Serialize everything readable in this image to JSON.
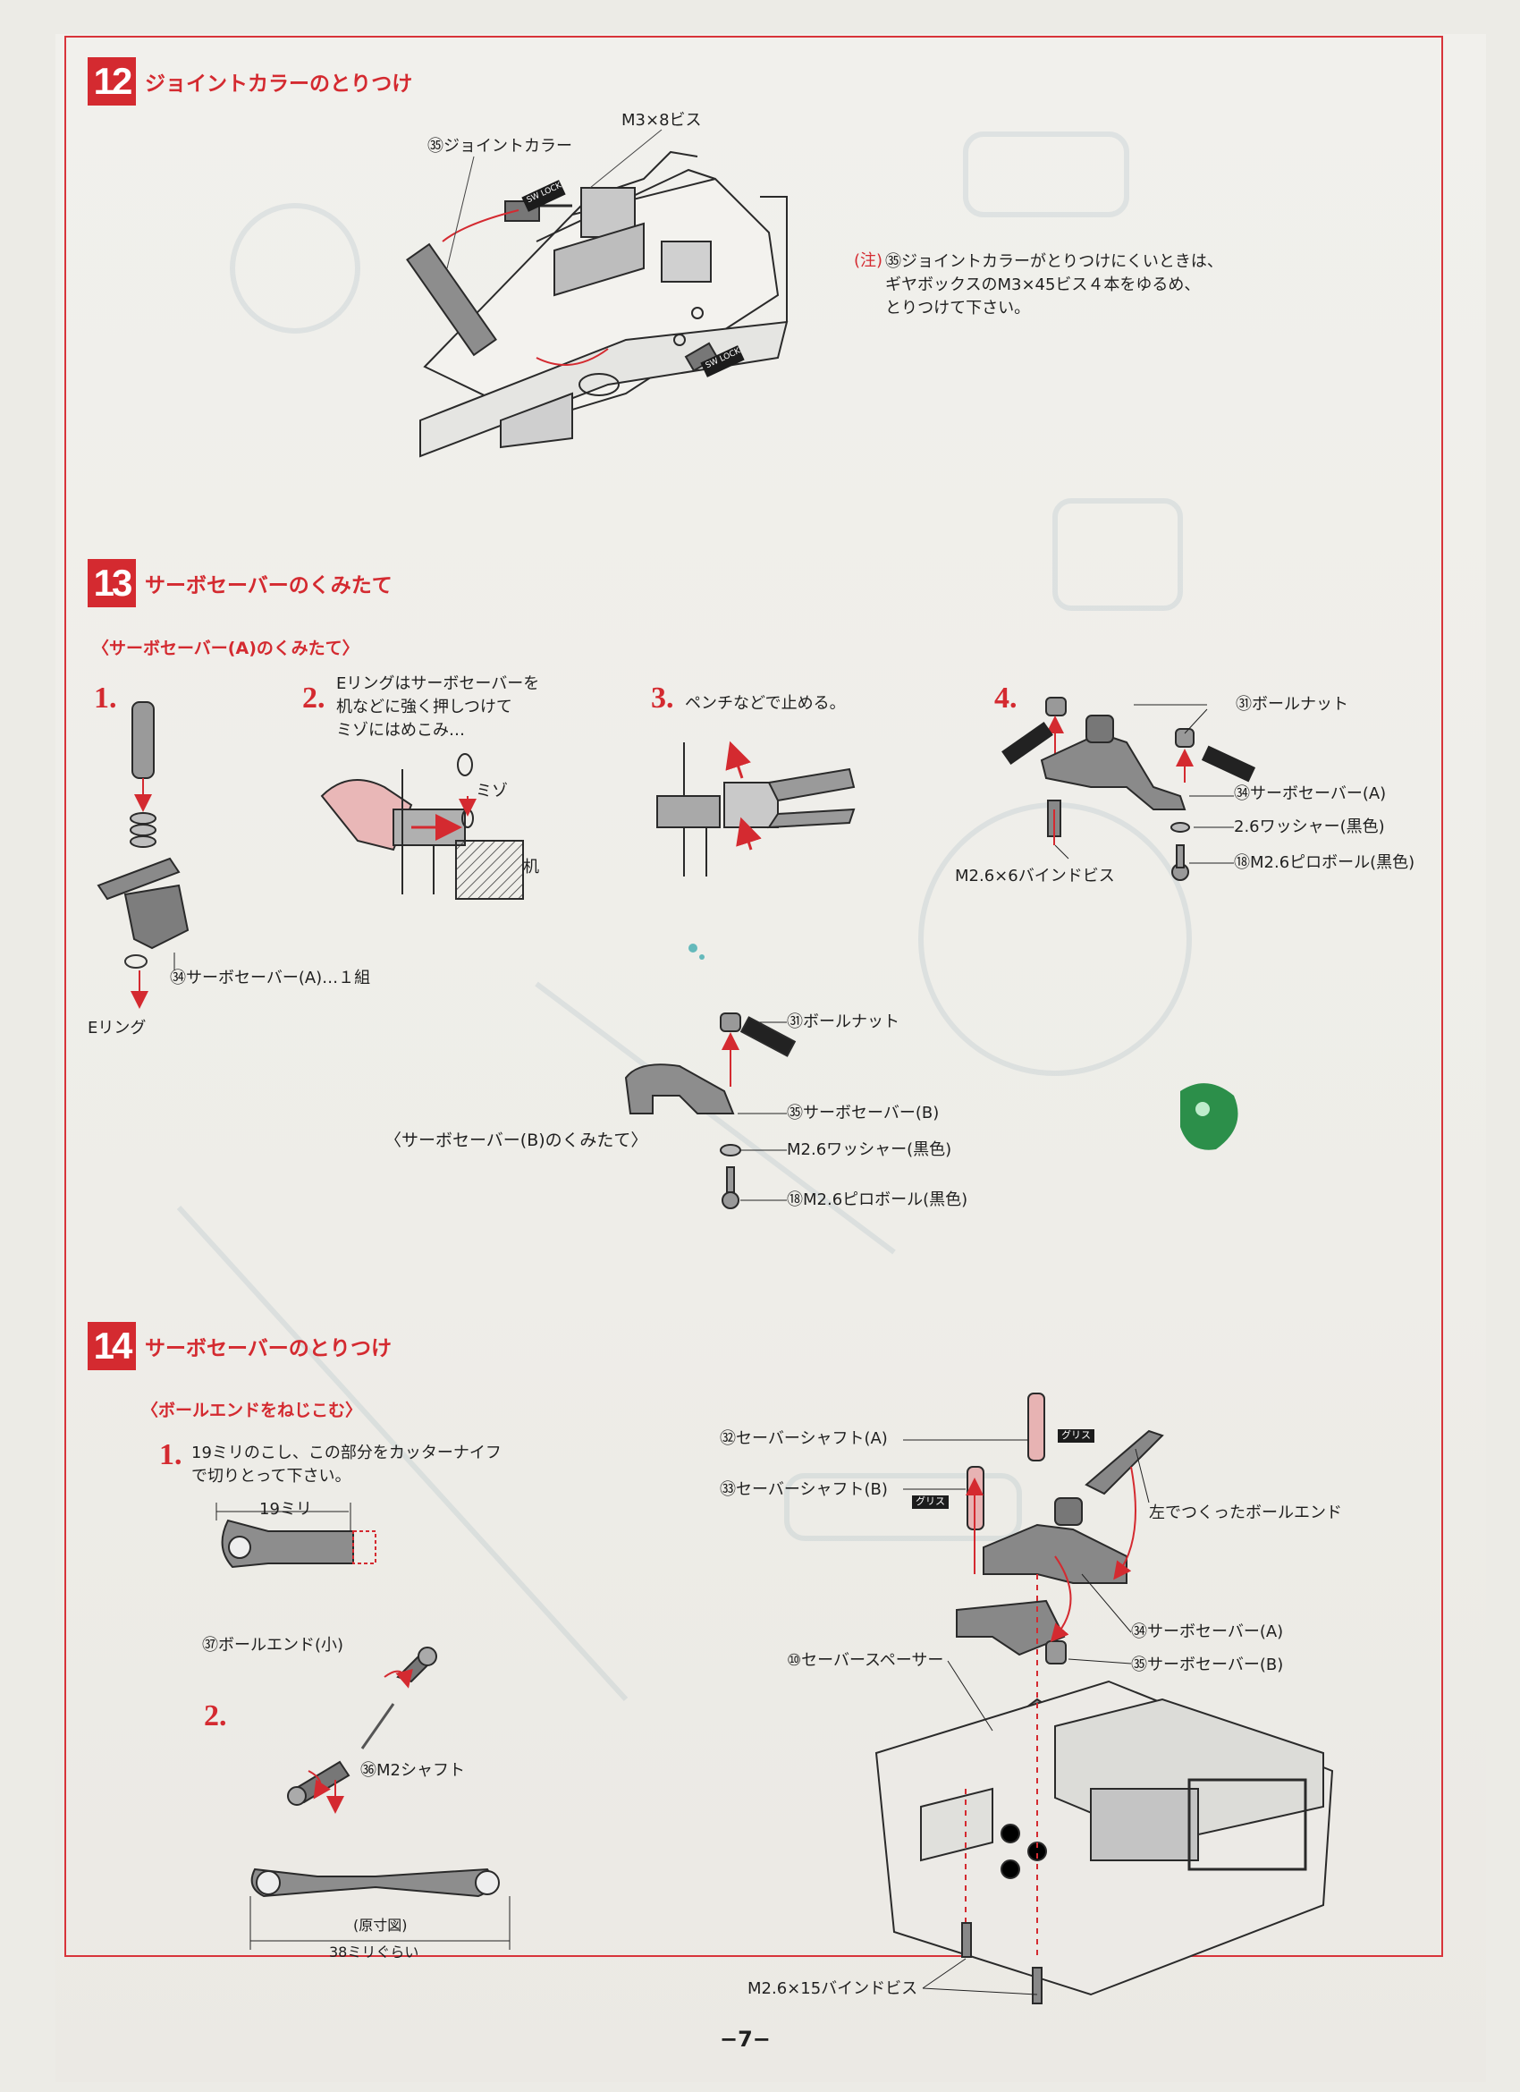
{
  "page_number": "−7−",
  "stamp_label": "SW LOCK",
  "grease_label": "グリス",
  "section12": {
    "number": "12",
    "title": "ジョイントカラーのとりつけ",
    "label_screw": "M3×8ビス",
    "label_collar": "㉟ジョイントカラー",
    "note_mark": "(注)",
    "note_text": "㉟ジョイントカラーがとりつけにくいときは、\nギヤボックスのM3×45ビス４本をゆるめ、\nとりつけて下さい。"
  },
  "section13": {
    "number": "13",
    "title": "サーボセーバーのくみたて",
    "subtitle_a": "〈サーボセーバー(A)のくみたて〉",
    "step1_num": "1.",
    "step1_part": "㉞サーボセーバー(A)…１組",
    "step1_ering": "Eリング",
    "step2_num": "2.",
    "step2_text": "Eリングはサーボセーバーを\n机などに強く押しつけて\nミゾにはめこみ…",
    "step2_groove": "ミゾ",
    "step2_desk": "机",
    "step3_num": "3.",
    "step3_text": "ペンチなどで止める。",
    "step4_num": "4.",
    "step4_labels": {
      "ball_nut": "㉛ボールナット",
      "saver_a": "㉞サーボセーバー(A)",
      "washer": "2.6ワッシャー(黒色)",
      "pillow": "⑱M2.6ピロボール(黒色)",
      "bind_screw": "M2.6×6バインドビス"
    },
    "subtitle_b": "〈サーボセーバー(B)のくみたて〉",
    "b_labels": {
      "ball_nut": "㉛ボールナット",
      "saver_b": "㉟サーボセーバー(B)",
      "washer": "M2.6ワッシャー(黒色)",
      "pillow": "⑱M2.6ピロボール(黒色)"
    }
  },
  "section14": {
    "number": "14",
    "title": "サーボセーバーのとりつけ",
    "subtitle": "〈ボールエンドをねじこむ〉",
    "step1_num": "1.",
    "step1_text": "19ミリのこし、この部分をカッターナイフ\nで切りとって下さい。",
    "dim_19": "19ミリ",
    "step2_num": "2.",
    "ball_end_small": "㊲ボールエンド(小)",
    "m2_shaft": "㊱M2シャフト",
    "actual_size": "(原寸図)",
    "dim_38": "38ミリぐらい",
    "labels": {
      "shaft_a": "㉜セーバーシャフト(A)",
      "shaft_b": "㉝セーバーシャフト(B)",
      "ball_end_left": "左でつくったボールエンド",
      "saver_a": "㉞サーボセーバー(A)",
      "saver_b": "㉟サーボセーバー(B)",
      "spacer": "⑩セーバースペーサー",
      "bind_screw": "M2.6×15バインドビス"
    }
  }
}
